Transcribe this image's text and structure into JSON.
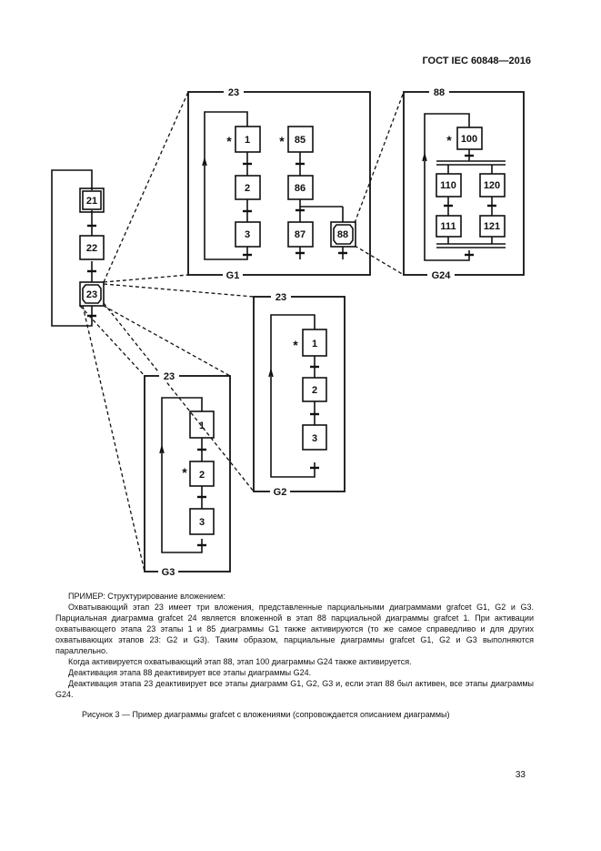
{
  "header": {
    "standard": "ГОСТ IEC 60848—2016"
  },
  "diagram": {
    "main_steps": [
      "21",
      "22",
      "23"
    ],
    "g1": {
      "enclosing_step": "23",
      "name": "G1",
      "steps": [
        "1",
        "2",
        "3",
        "85",
        "86",
        "87",
        "88"
      ]
    },
    "g24": {
      "enclosing_step": "88",
      "name": "G24",
      "steps": [
        "100",
        "110",
        "120",
        "111",
        "121"
      ]
    },
    "g2": {
      "enclosing_step": "23",
      "name": "G2",
      "steps": [
        "1",
        "2",
        "3"
      ]
    },
    "g3": {
      "enclosing_step": "23",
      "name": "G3",
      "steps": [
        "1",
        "2",
        "3"
      ]
    },
    "activation_mark": "*"
  },
  "text": {
    "p1": "ПРИМЕР: Структурирование вложением:",
    "p2": "Охватывающий этап 23 имеет три вложения, представленные парциальными диаграммами grafcet G1, G2 и G3. Парциальная диаграмма grafcet 24 является вложенной в этап 88 парциальной диаграммы grafcet 1. При активации охватывающего этапа 23 этапы 1 и 85 диаграммы G1 также активируются (то же самое справедливо и для других охватывающих этапов 23: G2 и G3). Таким образом, парциальные диаграммы grafcet G1, G2 и G3 выполняются параллельно.",
    "p3": "Когда активируется охватывающий этап 88, этап 100 диаграммы G24 также активируется.",
    "p4": "Деактивация этапа 88 деактивирует все этапы диаграммы G24.",
    "p5": "Деактивация этапа 23 деактивирует все этапы диаграмм G1, G2, G3 и, если этап 88 был активен, все этапы диаграммы G24."
  },
  "caption": "Рисунок 3 — Пример диаграммы grafcet с вложениями (сопровождается описанием диаграммы)",
  "page_number": "33"
}
